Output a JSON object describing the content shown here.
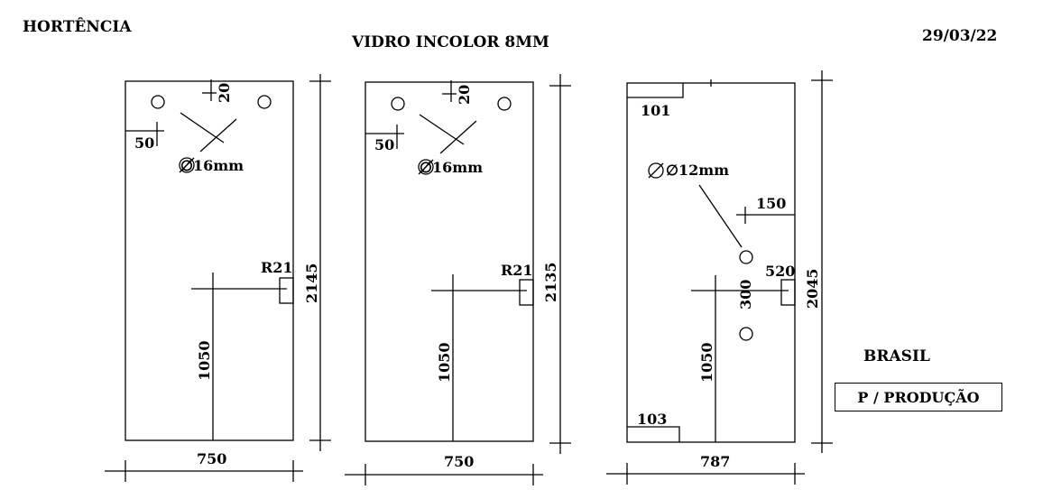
{
  "header": {
    "client": "HORTÊNCIA",
    "title": "VIDRO INCOLOR 8MM",
    "date": "29/03/22"
  },
  "panels": [
    {
      "id": "panel-1",
      "width_label": "750",
      "height_label": "2145",
      "hole_offset_top": "20",
      "hole_offset_side": "50",
      "hole_diameter": "∅16mm",
      "radius": "R21",
      "handle_height": "1050"
    },
    {
      "id": "panel-2",
      "width_label": "750",
      "height_label": "2135",
      "hole_offset_top": "20",
      "hole_offset_side": "50",
      "hole_diameter": "∅16mm",
      "radius": "R21",
      "handle_height": "1050"
    },
    {
      "id": "panel-3",
      "width_label": "787",
      "height_label": "2045",
      "notch_top": "101",
      "notch_bottom": "103",
      "hole_diameter": "∅12mm",
      "hole_offset_side": "150",
      "hole_spacing": "300",
      "notch_side": "520",
      "handle_height": "1050"
    }
  ],
  "footer": {
    "country": "BRASIL",
    "stamp": "P / PRODUÇÃO"
  }
}
